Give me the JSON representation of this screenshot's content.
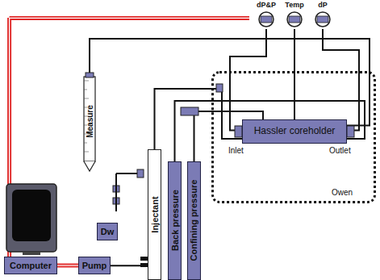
{
  "diagram": {
    "nodes": [
      {
        "text": [
          "dP&P"
        ]
      },
      {
        "text": [
          "Temp"
        ]
      },
      {
        "text": [
          "dP"
        ]
      },
      {
        "text": [
          "Owen"
        ]
      },
      {
        "text": [
          "Hassler coreholder"
        ],
        "in": 3
      },
      {
        "text": [
          "Measure"
        ]
      },
      {
        "text": [
          "Injectant"
        ]
      },
      {
        "text": [
          "Back pressure"
        ]
      },
      {
        "text": [
          "Confining pressure"
        ]
      },
      {
        "text": [
          "Dw"
        ]
      },
      {
        "text": [
          "Computer"
        ]
      },
      {
        "text": [
          "Pump"
        ]
      }
    ],
    "edges": [
      {
        "from": 10,
        "to": 11,
        "arrow": "none"
      },
      {
        "from": 11,
        "to": 6,
        "arrow": "none"
      },
      {
        "from": 10,
        "to": 0,
        "arrow": "none"
      },
      {
        "from": 0,
        "to": 4,
        "arrow": "none"
      },
      {
        "from": 1,
        "to": 4,
        "arrow": "none"
      },
      {
        "from": 2,
        "to": 4,
        "arrow": "none"
      },
      {
        "from": 6,
        "to": 4,
        "arrow": "none"
      },
      {
        "from": 7,
        "to": 4,
        "arrow": "none"
      },
      {
        "from": 8,
        "to": 4,
        "arrow": "none"
      },
      {
        "from": 5,
        "to": 4,
        "arrow": "none"
      }
    ],
    "labels": [
      "Inlet",
      "Outlet"
    ]
  }
}
